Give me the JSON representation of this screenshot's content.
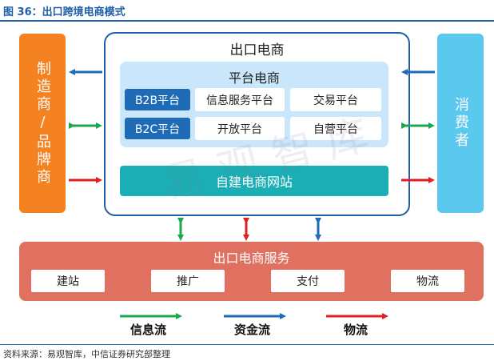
{
  "figure_title": "图 36：出口跨境电商模式",
  "manufacturer_label": "制造商/品牌商",
  "consumer_label": "消费者",
  "export_ecommerce": {
    "title": "出口电商",
    "platform": {
      "title": "平台电商",
      "b2b_label": "B2B平台",
      "b2c_label": "B2C平台",
      "cells": [
        "信息服务平台",
        "交易平台",
        "开放平台",
        "自营平台"
      ]
    },
    "self_site": "自建电商网站"
  },
  "services": {
    "title": "出口电商服务",
    "items": [
      "建站",
      "推广",
      "支付",
      "物流"
    ]
  },
  "legend": {
    "info_flow": "信息流",
    "capital_flow": "资金流",
    "logistics_flow": "物流"
  },
  "watermark": "易观智库",
  "source": "资料来源：易观智库，中信证券研究部整理",
  "colors": {
    "info_flow": "#1aa84e",
    "capital_flow": "#1f6bb5",
    "logistics_flow": "#e02020",
    "manufacturer": "#f58220",
    "consumer": "#5bc8f0",
    "services": "#e07060",
    "self_site": "#1bafb5"
  }
}
